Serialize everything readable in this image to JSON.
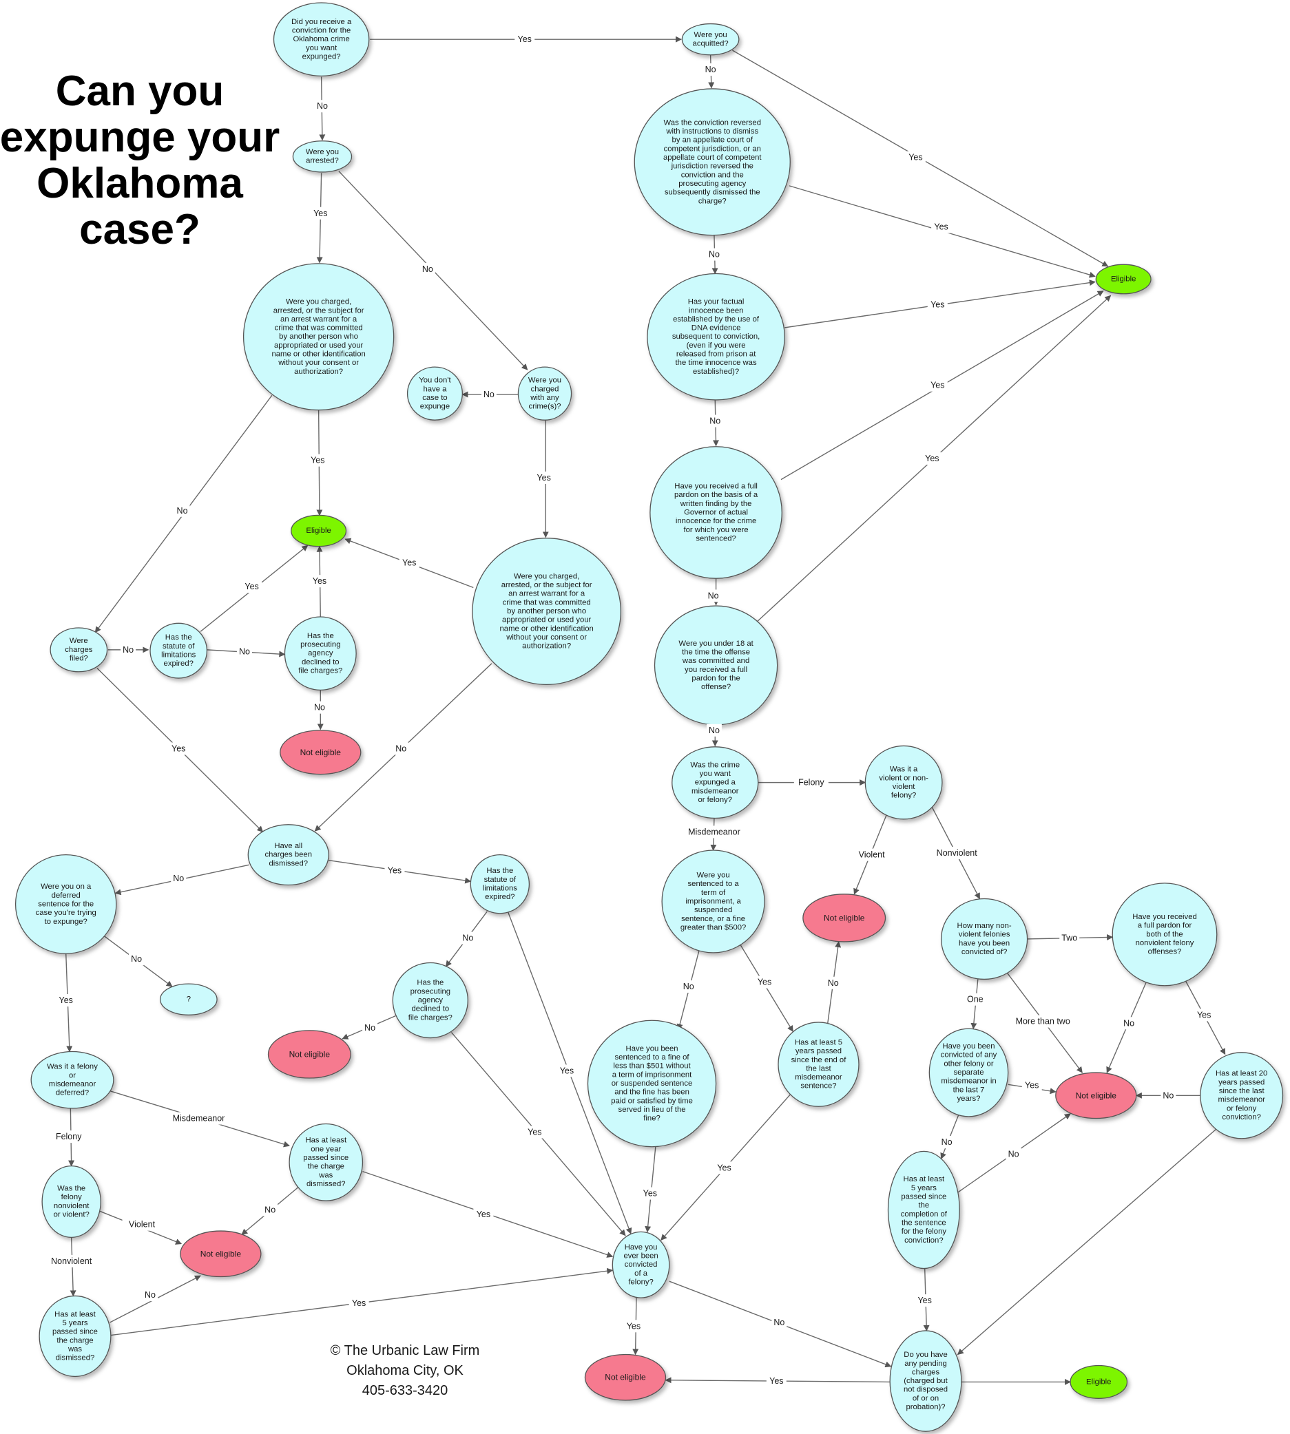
{
  "title": [
    "Can you",
    "expunge your",
    "Oklahoma",
    "case?"
  ],
  "credit": [
    "© The Urbanic Law Firm",
    "Oklahoma City, OK",
    "405-633-3420"
  ],
  "colors": {
    "question": "#ccfafc",
    "eligible": "#7df500",
    "not_eligible": "#f67a8f",
    "stroke": "#555555",
    "edge": "#6a6a6a"
  },
  "nodes": [
    {
      "id": "q_conviction",
      "type": "question",
      "text": [
        "Did you receive a",
        "conviction for the",
        "Oklahoma crime",
        "you want",
        "expunged?"
      ]
    },
    {
      "id": "q_acquitted",
      "type": "question",
      "text": [
        "Were you",
        "acquitted?"
      ]
    },
    {
      "id": "q_arrested",
      "type": "question",
      "text": [
        "Were you",
        "arrested?"
      ]
    },
    {
      "id": "q_reversed",
      "type": "question",
      "text": [
        "Was the conviction reversed",
        "with instructions to dismiss",
        "by an appellate court of",
        "competent jurisdiction, or an",
        "appellate court of competent",
        "jurisdiction reversed the",
        "conviction and the",
        "prosecuting agency",
        "subsequently dismissed the",
        "charge?"
      ]
    },
    {
      "id": "eligible_main",
      "type": "eligible",
      "text": [
        "Eligible"
      ]
    },
    {
      "id": "q_identity_1",
      "type": "question",
      "text": [
        "Were you charged,",
        "arrested, or the subject for",
        "an arrest warrant for a",
        "crime that was committed",
        "by another person who",
        "appropriated or used your",
        "name or other identification",
        "without your consent or",
        "authorization?"
      ]
    },
    {
      "id": "q_dna",
      "type": "question",
      "text": [
        "Has your factual",
        "innocence been",
        "established by the use of",
        "DNA evidence",
        "subsequent to conviction,",
        "(even if you were",
        "released from prison at",
        "the time innocence was",
        "established)?"
      ]
    },
    {
      "id": "no_case",
      "type": "question",
      "text": [
        "You don't",
        "have a",
        "case to",
        "expunge"
      ]
    },
    {
      "id": "q_charged_any",
      "type": "question",
      "text": [
        "Were you",
        "charged",
        "with any",
        "crime(s)?"
      ]
    },
    {
      "id": "q_pardon",
      "type": "question",
      "text": [
        "Have you received a full",
        "pardon on the basis of a",
        "written finding by the",
        "Governor of actual",
        "innocence for the crime",
        "for which you were",
        "sentenced?"
      ]
    },
    {
      "id": "eligible_left",
      "type": "eligible",
      "text": [
        "Eligible"
      ]
    },
    {
      "id": "q_identity_2",
      "type": "question",
      "text": [
        "Were you charged,",
        "arrested, or the subject for",
        "an arrest warrant for a",
        "crime that was committed",
        "by another person who",
        "appropriated or used your",
        "name or other identification",
        "without your consent or",
        "authorization?"
      ]
    },
    {
      "id": "q_charges_filed",
      "type": "question",
      "text": [
        "Were",
        "charges",
        "filed?"
      ]
    },
    {
      "id": "q_sol_1",
      "type": "question",
      "text": [
        "Has the",
        "statute of",
        "limitations",
        "expired?"
      ]
    },
    {
      "id": "q_declined_1",
      "type": "question",
      "text": [
        "Has the",
        "prosecuting",
        "agency",
        "declined to",
        "file charges?"
      ]
    },
    {
      "id": "q_under18",
      "type": "question",
      "text": [
        "Were you under 18 at",
        "the time the offense",
        "was committed and",
        "you received a full",
        "pardon for the",
        "offense?"
      ]
    },
    {
      "id": "ne_1",
      "type": "not_eligible",
      "text": [
        "Not eligible"
      ]
    },
    {
      "id": "q_misd_felony",
      "type": "question",
      "text": [
        "Was the crime",
        "you want",
        "expunged a",
        "misdemeanor",
        "or felony?"
      ]
    },
    {
      "id": "q_violent",
      "type": "question",
      "text": [
        "Was it a",
        "violent or non-",
        "violent",
        "felony?"
      ]
    },
    {
      "id": "q_all_dismissed",
      "type": "question",
      "text": [
        "Have all",
        "charges been",
        "dismissed?"
      ]
    },
    {
      "id": "q_deferred",
      "type": "question",
      "text": [
        "Were you on a",
        "deferred",
        "sentence for the",
        "case you're trying",
        "to expunge?"
      ]
    },
    {
      "id": "q_sol_2",
      "type": "question",
      "text": [
        "Has the",
        "statute of",
        "limitations",
        "expired?"
      ]
    },
    {
      "id": "q_sentence_type",
      "type": "question",
      "text": [
        "Were you",
        "sentenced to a",
        "term of",
        "imprisonment, a",
        "suspended",
        "sentence, or a fine",
        "greater than $500?"
      ]
    },
    {
      "id": "ne_2",
      "type": "not_eligible",
      "text": [
        "Not eligible"
      ]
    },
    {
      "id": "q_how_many",
      "type": "question",
      "text": [
        "How many non-",
        "violent felonies",
        "have you been",
        "convicted of?"
      ]
    },
    {
      "id": "q_full_pardon_both",
      "type": "question",
      "text": [
        "Have you received",
        "a full pardon for",
        "both of the",
        "nonviolent felony",
        "offenses?"
      ]
    },
    {
      "id": "unknown",
      "type": "question",
      "text": [
        "?"
      ]
    },
    {
      "id": "q_declined_2",
      "type": "question",
      "text": [
        "Has the",
        "prosecuting",
        "agency",
        "declined to",
        "file charges?"
      ]
    },
    {
      "id": "ne_3",
      "type": "not_eligible",
      "text": [
        "Not eligible"
      ]
    },
    {
      "id": "q_fine_less",
      "type": "question",
      "text": [
        "Have you been",
        "sentenced to a fine of",
        "less than $501 without",
        "a term of imprisonment",
        "or suspended sentence",
        "and the fine has been",
        "paid or satisfied by time",
        "served in lieu of the",
        "fine?"
      ]
    },
    {
      "id": "q_5yr_misd",
      "type": "question",
      "text": [
        "Has at least 5",
        "years passed",
        "since the end of",
        "the last",
        "misdemeanor",
        "sentence?"
      ]
    },
    {
      "id": "q_other_felony",
      "type": "question",
      "text": [
        "Have you been",
        "convicted of any",
        "other felony or",
        "separate",
        "misdemeanor in",
        "the last 7",
        "years?"
      ]
    },
    {
      "id": "ne_4",
      "type": "not_eligible",
      "text": [
        "Not eligible"
      ]
    },
    {
      "id": "q_20yr",
      "type": "question",
      "text": [
        "Has at least 20",
        "years passed",
        "since the last",
        "misdemeanor",
        "or felony",
        "conviction?"
      ]
    },
    {
      "id": "q_felony_or_misd_deferred",
      "type": "question",
      "text": [
        "Was it a felony",
        "or",
        "misdemeanor",
        "deferred?"
      ]
    },
    {
      "id": "q_one_year",
      "type": "question",
      "text": [
        "Has at least",
        "one year",
        "passed since",
        "the charge",
        "was",
        "dismissed?"
      ]
    },
    {
      "id": "q_5yr_felony",
      "type": "question",
      "text": [
        "Has at least",
        "5 years",
        "passed since",
        "the",
        "completion of",
        "the sentence",
        "for the felony",
        "conviction?"
      ]
    },
    {
      "id": "q_felony_nv",
      "type": "question",
      "text": [
        "Was the",
        "felony",
        "nonviolent",
        "or violent?"
      ]
    },
    {
      "id": "ne_5",
      "type": "not_eligible",
      "text": [
        "Not eligible"
      ]
    },
    {
      "id": "q_ever_felony",
      "type": "question",
      "text": [
        "Have you",
        "ever been",
        "convicted",
        "of a",
        "felony?"
      ]
    },
    {
      "id": "q_5yr_dismissed",
      "type": "question",
      "text": [
        "Has at least",
        "5 years",
        "passed since",
        "the charge",
        "was",
        "dismissed?"
      ]
    },
    {
      "id": "ne_6",
      "type": "not_eligible",
      "text": [
        "Not eligible"
      ]
    },
    {
      "id": "q_pending",
      "type": "question",
      "text": [
        "Do you have",
        "any pending",
        "charges",
        "(charged but",
        "not disposed",
        "of or on",
        "probation)?"
      ]
    },
    {
      "id": "eligible_final",
      "type": "eligible",
      "text": [
        "Eligible"
      ]
    }
  ],
  "edges": [
    {
      "from": "q_conviction",
      "to": "q_acquitted",
      "label": "Yes"
    },
    {
      "from": "q_conviction",
      "to": "q_arrested",
      "label": "No"
    },
    {
      "from": "q_acquitted",
      "to": "q_reversed",
      "label": "No"
    },
    {
      "from": "q_acquitted",
      "to": "eligible_main",
      "label": "Yes"
    },
    {
      "from": "q_reversed",
      "to": "eligible_main",
      "label": "Yes"
    },
    {
      "from": "q_reversed",
      "to": "q_dna",
      "label": "No"
    },
    {
      "from": "q_dna",
      "to": "eligible_main",
      "label": "Yes"
    },
    {
      "from": "q_dna",
      "to": "q_pardon",
      "label": "No"
    },
    {
      "from": "q_pardon",
      "to": "eligible_main",
      "label": "Yes"
    },
    {
      "from": "q_pardon",
      "to": "q_under18",
      "label": "No"
    },
    {
      "from": "q_under18",
      "to": "eligible_main",
      "label": "Yes"
    },
    {
      "from": "q_under18",
      "to": "q_misd_felony",
      "label": "No"
    },
    {
      "from": "q_arrested",
      "to": "q_identity_1",
      "label": "Yes"
    },
    {
      "from": "q_arrested",
      "to": "q_charged_any",
      "label": "No"
    },
    {
      "from": "q_charged_any",
      "to": "no_case",
      "label": "No"
    },
    {
      "from": "q_charged_any",
      "to": "q_identity_2",
      "label": "Yes"
    },
    {
      "from": "q_identity_1",
      "to": "eligible_left",
      "label": "Yes"
    },
    {
      "from": "q_identity_1",
      "to": "q_charges_filed",
      "label": "No"
    },
    {
      "from": "q_identity_2",
      "to": "eligible_left",
      "label": "Yes"
    },
    {
      "from": "q_identity_2",
      "to": "q_all_dismissed",
      "label": "No"
    },
    {
      "from": "q_charges_filed",
      "to": "q_sol_1",
      "label": "No"
    },
    {
      "from": "q_charges_filed",
      "to": "q_all_dismissed",
      "label": "Yes"
    },
    {
      "from": "q_sol_1",
      "to": "eligible_left",
      "label": "Yes"
    },
    {
      "from": "q_sol_1",
      "to": "q_declined_1",
      "label": "No"
    },
    {
      "from": "q_declined_1",
      "to": "eligible_left",
      "label": "Yes"
    },
    {
      "from": "q_declined_1",
      "to": "ne_1",
      "label": "No"
    },
    {
      "from": "q_misd_felony",
      "to": "q_violent",
      "label": "Felony"
    },
    {
      "from": "q_misd_felony",
      "to": "q_sentence_type",
      "label": "Misdemeanor"
    },
    {
      "from": "q_violent",
      "to": "ne_2",
      "label": "Violent"
    },
    {
      "from": "q_violent",
      "to": "q_how_many",
      "label": "Nonviolent"
    },
    {
      "from": "q_how_many",
      "to": "q_full_pardon_both",
      "label": "Two"
    },
    {
      "from": "q_how_many",
      "to": "q_other_felony",
      "label": "One"
    },
    {
      "from": "q_how_many",
      "to": "ne_4",
      "label": "More than two"
    },
    {
      "from": "q_full_pardon_both",
      "to": "ne_4",
      "label": "No"
    },
    {
      "from": "q_full_pardon_both",
      "to": "q_20yr",
      "label": "Yes"
    },
    {
      "from": "q_20yr",
      "to": "ne_4",
      "label": "No"
    },
    {
      "from": "q_20yr",
      "to": "q_pending",
      "label": ""
    },
    {
      "from": "q_other_felony",
      "to": "ne_4",
      "label": "Yes"
    },
    {
      "from": "q_other_felony",
      "to": "q_5yr_felony",
      "label": "No"
    },
    {
      "from": "q_5yr_felony",
      "to": "ne_4",
      "label": "No"
    },
    {
      "from": "q_5yr_felony",
      "to": "q_pending",
      "label": "Yes"
    },
    {
      "from": "q_sentence_type",
      "to": "q_fine_less",
      "label": "No"
    },
    {
      "from": "q_sentence_type",
      "to": "q_5yr_misd",
      "label": "Yes"
    },
    {
      "from": "q_5yr_misd",
      "to": "ne_2",
      "label": "No"
    },
    {
      "from": "q_5yr_misd",
      "to": "q_ever_felony",
      "label": "Yes"
    },
    {
      "from": "q_fine_less",
      "to": "q_ever_felony",
      "label": "Yes"
    },
    {
      "from": "q_all_dismissed",
      "to": "q_deferred",
      "label": "No"
    },
    {
      "from": "q_all_dismissed",
      "to": "q_sol_2",
      "label": "Yes"
    },
    {
      "from": "q_sol_2",
      "to": "q_declined_2",
      "label": "No"
    },
    {
      "from": "q_sol_2",
      "to": "q_ever_felony",
      "label": "Yes"
    },
    {
      "from": "q_declined_2",
      "to": "ne_3",
      "label": "No"
    },
    {
      "from": "q_declined_2",
      "to": "q_ever_felony",
      "label": "Yes"
    },
    {
      "from": "q_deferred",
      "to": "unknown",
      "label": "No"
    },
    {
      "from": "q_deferred",
      "to": "q_felony_or_misd_deferred",
      "label": "Yes"
    },
    {
      "from": "q_felony_or_misd_deferred",
      "to": "q_felony_nv",
      "label": "Felony"
    },
    {
      "from": "q_felony_or_misd_deferred",
      "to": "q_one_year",
      "label": "Misdemeanor"
    },
    {
      "from": "q_one_year",
      "to": "ne_5",
      "label": "No"
    },
    {
      "from": "q_one_year",
      "to": "q_ever_felony",
      "label": "Yes"
    },
    {
      "from": "q_felony_nv",
      "to": "ne_5",
      "label": "Violent"
    },
    {
      "from": "q_felony_nv",
      "to": "q_5yr_dismissed",
      "label": "Nonviolent"
    },
    {
      "from": "q_5yr_dismissed",
      "to": "ne_5",
      "label": "No"
    },
    {
      "from": "q_5yr_dismissed",
      "to": "q_ever_felony",
      "label": "Yes"
    },
    {
      "from": "q_ever_felony",
      "to": "ne_6",
      "label": "Yes"
    },
    {
      "from": "q_ever_felony",
      "to": "q_pending",
      "label": "No"
    },
    {
      "from": "q_pending",
      "to": "ne_6",
      "label": "Yes"
    },
    {
      "from": "q_pending",
      "to": "eligible_final",
      "label": ""
    }
  ]
}
